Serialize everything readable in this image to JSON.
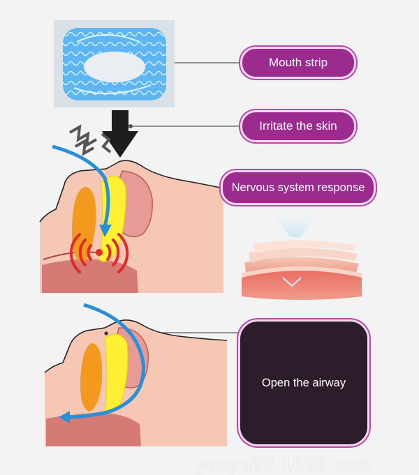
{
  "labels": {
    "mouth_strip": "Mouth strip",
    "irritate": "Irritate the skin",
    "nervous": "Nervous system response",
    "airway": "Open the airway"
  },
  "watermark": "youyu88.1688.com",
  "colors": {
    "pill": "#9b2b8e",
    "dark_box": "#2d1d2b",
    "skin": "#f6c7b4",
    "tongue_orange": "#f39a1e",
    "airway_yellow": "#fff033",
    "arrow_blue": "#2a8fd6",
    "strip_blue": "#61b8f2"
  },
  "icons": {
    "down_arrow": "down-arrow-icon",
    "vibration": "vibration-icon",
    "signal": "signal-waves-icon",
    "skin_layers": "skin-layers-icon",
    "mouth_strip": "mouth-strip-icon"
  }
}
